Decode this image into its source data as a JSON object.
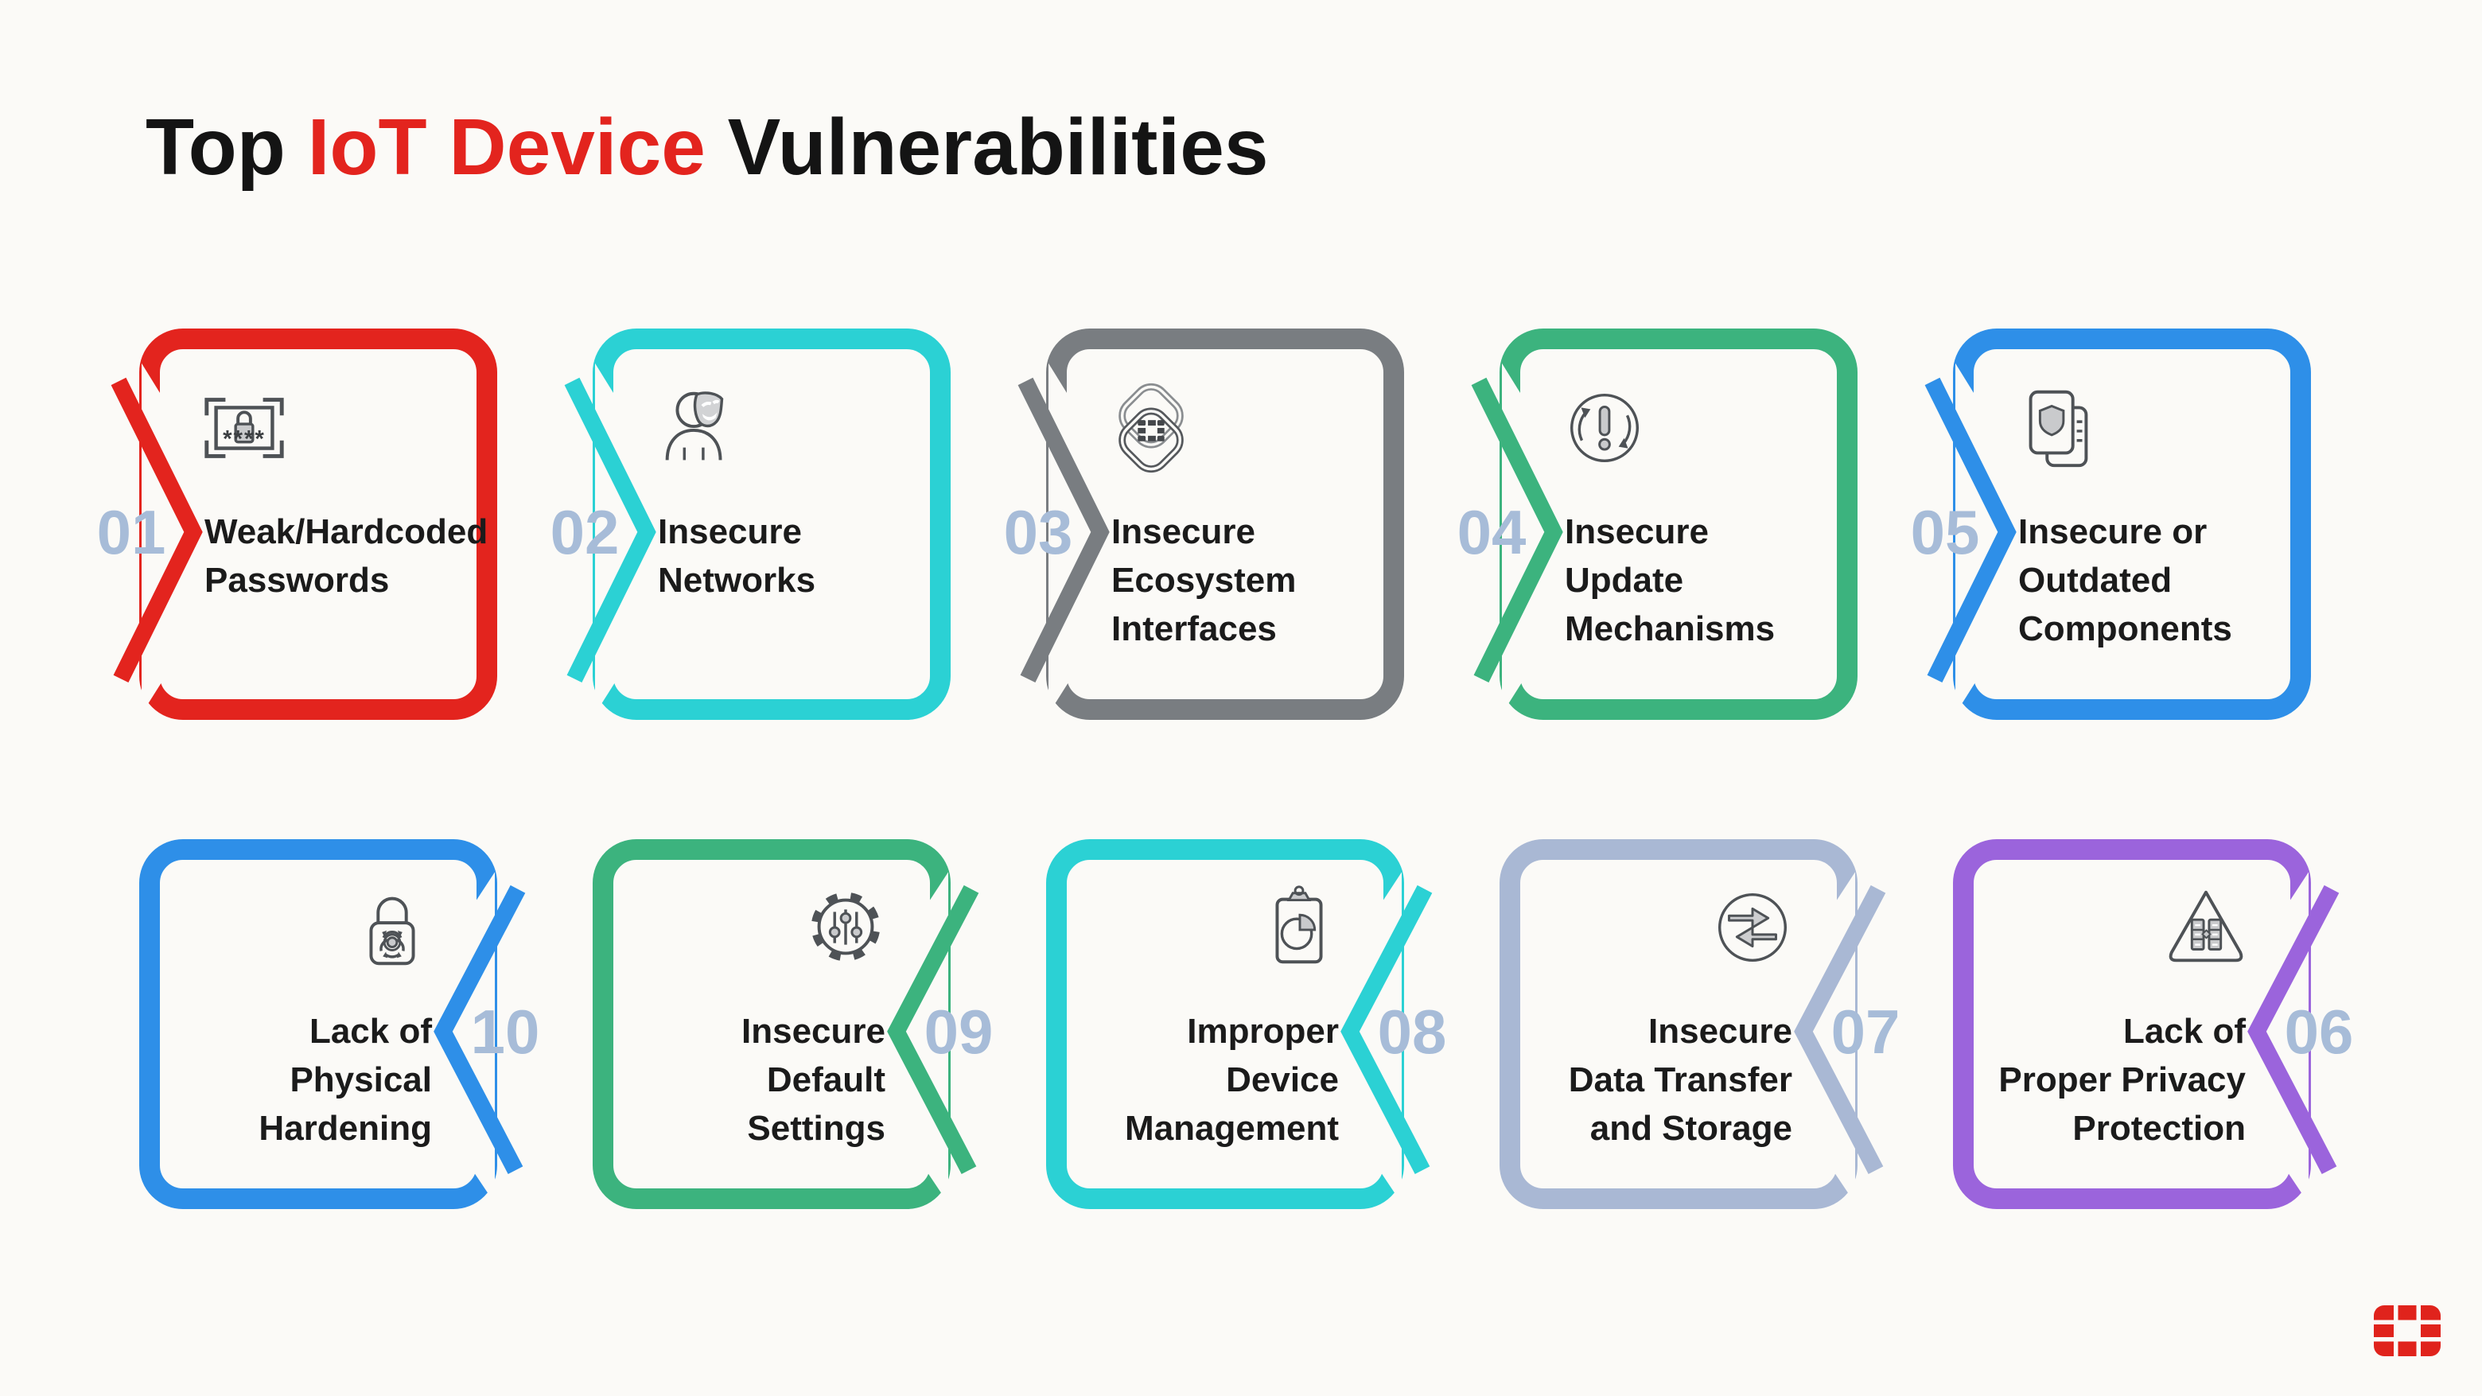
{
  "title": {
    "part1": "Top ",
    "highlight": "IoT Device",
    "part2": " Vulnerabilities"
  },
  "palette": {
    "highlight_color": "#e3241e",
    "number_color": "#a7bcd8",
    "icon_stroke": "#4e5256",
    "icon_fill": "#c9cacc",
    "card_fill": "#fbfaf7",
    "text_color": "#1b1b1b",
    "logo_color": "#e0231c"
  },
  "cards": [
    {
      "number": "01",
      "label": "Weak/Hardcoded\nPasswords",
      "color": "#e3241e",
      "icon": "password-field",
      "row": 0,
      "col": 0
    },
    {
      "number": "02",
      "label": "Insecure\nNetworks",
      "color": "#2bd1d4",
      "icon": "masked-person",
      "row": 0,
      "col": 1
    },
    {
      "number": "03",
      "label": "Insecure\nEcosystem\nInterfaces",
      "color": "#797d81",
      "icon": "ecosystem-knot",
      "row": 0,
      "col": 2
    },
    {
      "number": "04",
      "label": "Insecure\nUpdate\nMechanisms",
      "color": "#3cb37e",
      "icon": "update-warning",
      "row": 0,
      "col": 3
    },
    {
      "number": "05",
      "label": "Insecure or\nOutdated\nComponents",
      "color": "#2e8fe8",
      "icon": "outdated-components",
      "row": 0,
      "col": 4
    },
    {
      "number": "10",
      "label": "Lack of\nPhysical\nHardening",
      "color": "#2e8fe8",
      "icon": "physical-hardening",
      "row": 1,
      "col": 0
    },
    {
      "number": "09",
      "label": "Insecure\nDefault\nSettings",
      "color": "#3cb37e",
      "icon": "default-settings",
      "row": 1,
      "col": 1
    },
    {
      "number": "08",
      "label": "Improper\nDevice\nManagement",
      "color": "#2bd1d4",
      "icon": "device-management",
      "row": 1,
      "col": 2
    },
    {
      "number": "07",
      "label": "Insecure\nData Transfer\nand Storage",
      "color": "#a9b8d4",
      "icon": "data-transfer",
      "row": 1,
      "col": 3
    },
    {
      "number": "06",
      "label": "Lack of\nProper Privacy\nProtection",
      "color": "#9b64dc",
      "icon": "privacy-triangle",
      "row": 1,
      "col": 4
    }
  ],
  "logo": {
    "name": "fortinet-logo"
  }
}
